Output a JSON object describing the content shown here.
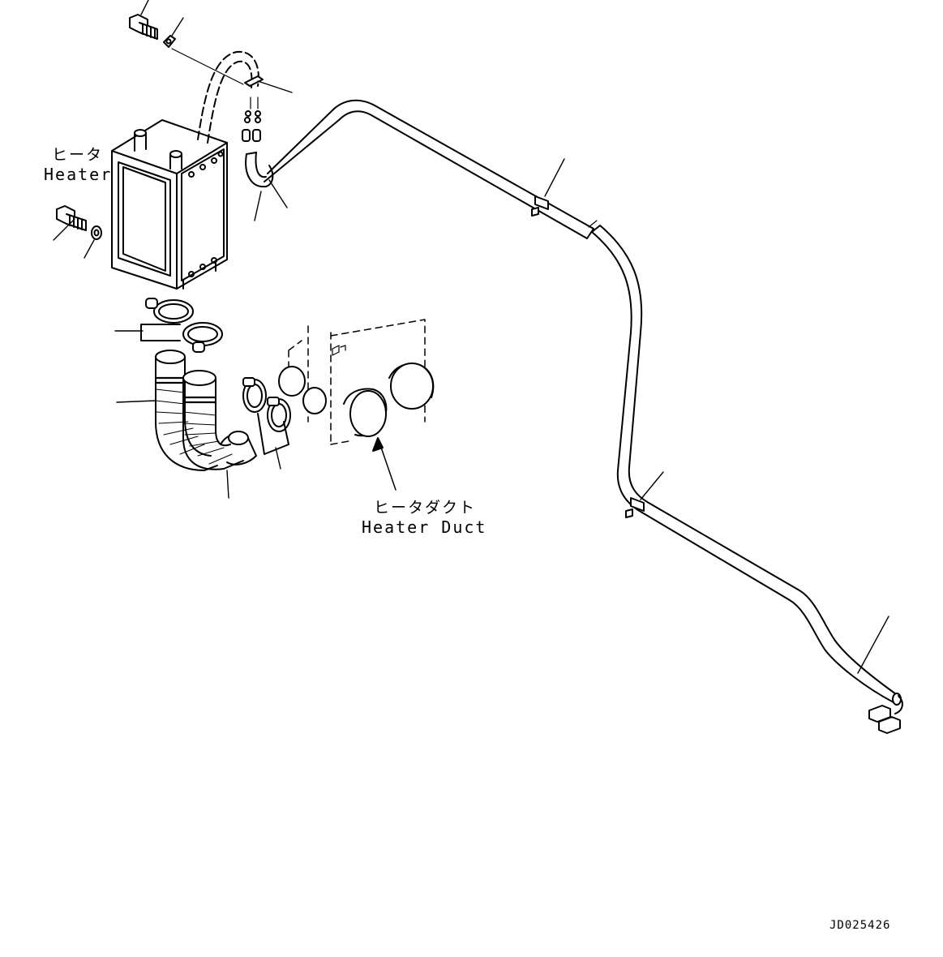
{
  "labels": {
    "heater_jp": "ヒータ",
    "heater_en": "Heater",
    "heater_duct_jp": "ヒータダクト",
    "heater_duct_en": "Heater Duct"
  },
  "drawing_id": "JD025426"
}
